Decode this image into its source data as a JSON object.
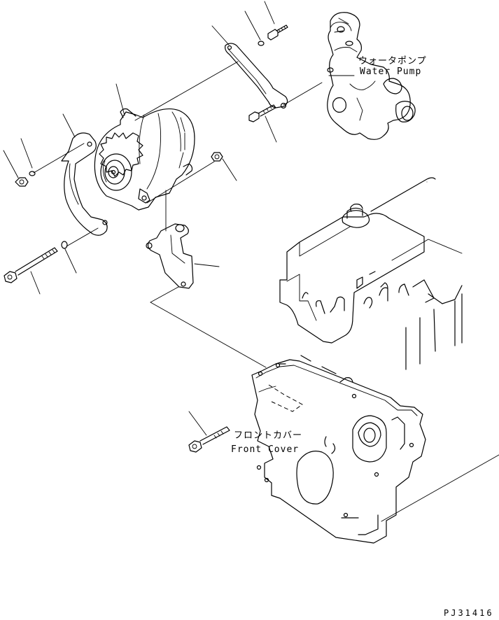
{
  "labels": {
    "water_pump_jp": "ウォータポンプ",
    "water_pump_en": "Water Pump",
    "front_cover_jp": "フロントカバー",
    "front_cover_en": "Front Cover"
  },
  "drawing_code": "PJ31416"
}
